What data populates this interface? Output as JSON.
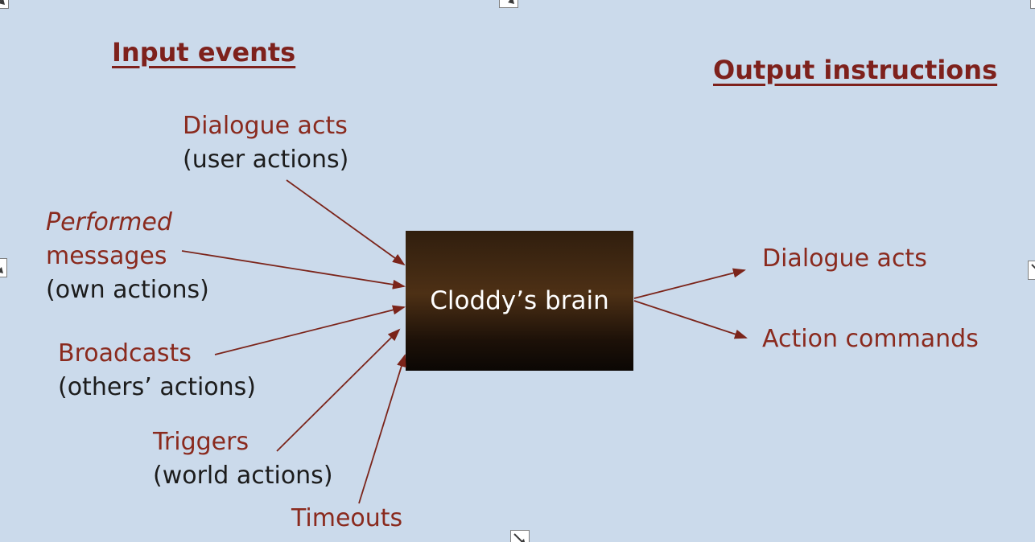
{
  "diagram": {
    "input_heading": "Input events",
    "output_heading": "Output instructions",
    "brain_label": "Cloddy’s brain",
    "input_labels": {
      "dialogue_acts": {
        "main": "Dialogue acts",
        "sub": "(user actions)"
      },
      "performed_messages": {
        "main_italic": "Performed",
        "main": "messages",
        "sub": "(own actions)"
      },
      "broadcasts": {
        "main": "Broadcasts",
        "sub": "(others’ actions)"
      },
      "triggers": {
        "main": "Triggers",
        "sub": "(world actions)"
      },
      "timeouts": {
        "main": "Timeouts"
      }
    },
    "output_labels": {
      "dialogue_acts": "Dialogue acts",
      "action_commands": "Action commands"
    },
    "icons": {
      "resize_handle": "diagonal-resize-icon"
    }
  },
  "colors": {
    "background": "#cbdaeb",
    "arrow": "#7b241a",
    "heading_red": "#7e211c",
    "label_red": "#8a2a1e",
    "text_black": "#1c1c1c",
    "box_top": "#301e0e",
    "box_mid": "#4d3015",
    "box_low": "#1d1108",
    "box_bottom": "#0b0704",
    "box_text": "#ffffff",
    "handle_border": "#7f7f7f",
    "handle_glyph": "#3a3a3a"
  }
}
